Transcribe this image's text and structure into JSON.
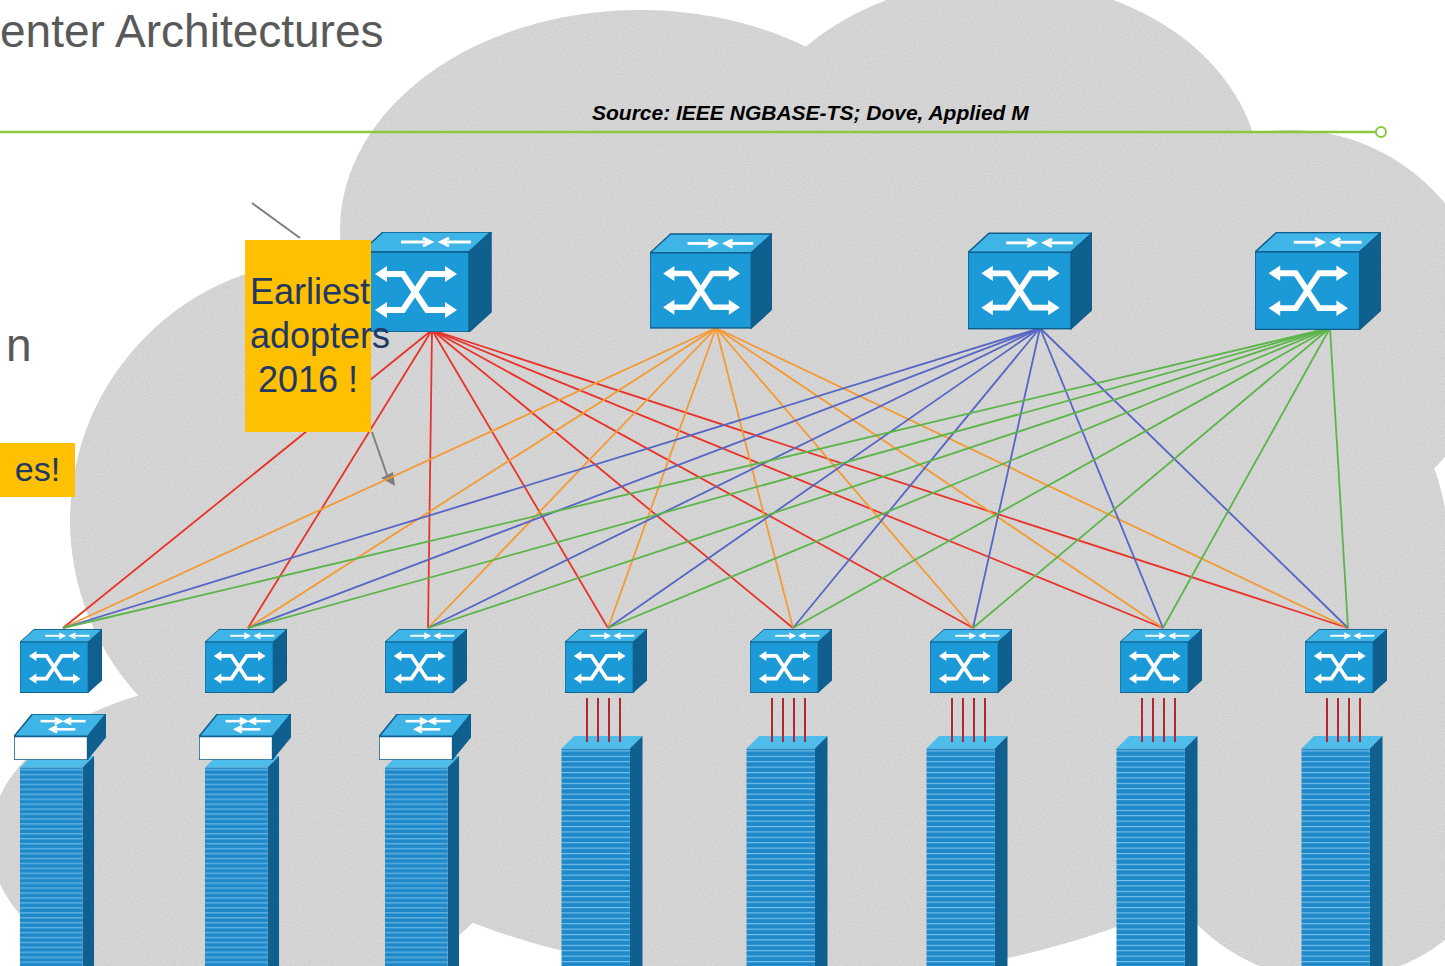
{
  "diagram": {
    "title": "enter Architectures",
    "nodes": [
      {
        "text": [
          "Earliest adopters 2016 !"
        ]
      },
      {
        "text": [
          "es!"
        ]
      }
    ],
    "labels": [
      "Source: IEEE NGBASE-TS; Dove, Applied M",
      "n"
    ]
  }
}
